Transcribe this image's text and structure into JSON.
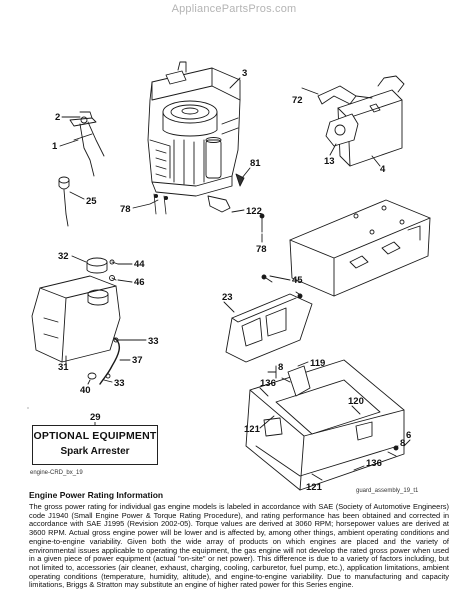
{
  "watermark": "AppliancePartsPros.com",
  "callouts": {
    "c1": "1",
    "c2": "2",
    "c3": "3",
    "c4": "4",
    "c8": "8",
    "c13": "13",
    "c23": "23",
    "c25": "25",
    "c29": "29",
    "c31": "31",
    "c32": "32",
    "c33a": "33",
    "c33b": "33",
    "c37": "37",
    "c40": "40",
    "c44": "44",
    "c45": "45",
    "c46": "46",
    "c72": "72",
    "c78a": "78",
    "c78b": "78",
    "c81": "81",
    "c119": "119",
    "c120": "120",
    "c121a": "121",
    "c121b": "121",
    "c122": "122",
    "c136a": "136",
    "c136b": "136",
    "c6": "6"
  },
  "optional_equipment": {
    "title": "OPTIONAL EQUIPMENT",
    "item": "Spark Arrester"
  },
  "captions": {
    "left": "engine-CRD_bx_19",
    "right": "guard_assembly_19_t1"
  },
  "rating": {
    "heading": "Engine Power Rating Information",
    "body": "The gross power rating for individual gas engine models is labeled in accordance with SAE (Society of Automotive Engineers) code J1940 (Small Engine Power & Torque Rating Procedure), and rating performance has been obtained and corrected in accordance with SAE J1995 (Revision 2002-05). Torque values are derived at 3060 RPM; horsepower values are derived at 3600 RPM. Actual gross engine power will be lower and is affected by, among other things, ambient operating conditions and engine-to-engine variability. Given both the wide array of products on which engines are placed and the variety of environmental issues applicable to operating the equipment, the gas engine will not develop the rated gross power when used in a given piece of power equipment (actual \"on-site\" or net power). This difference is due to a variety of factors including, but not limited to, accessories (air cleaner, exhaust, charging, cooling, carburetor, fuel pump, etc.), application limitations, ambient operating conditions (temperature, humidity, altitude), and engine-to-engine variability. Due to manufacturing and capacity limitations, Briggs & Stratton may substitute an engine of higher rated power for this Series engine."
  }
}
